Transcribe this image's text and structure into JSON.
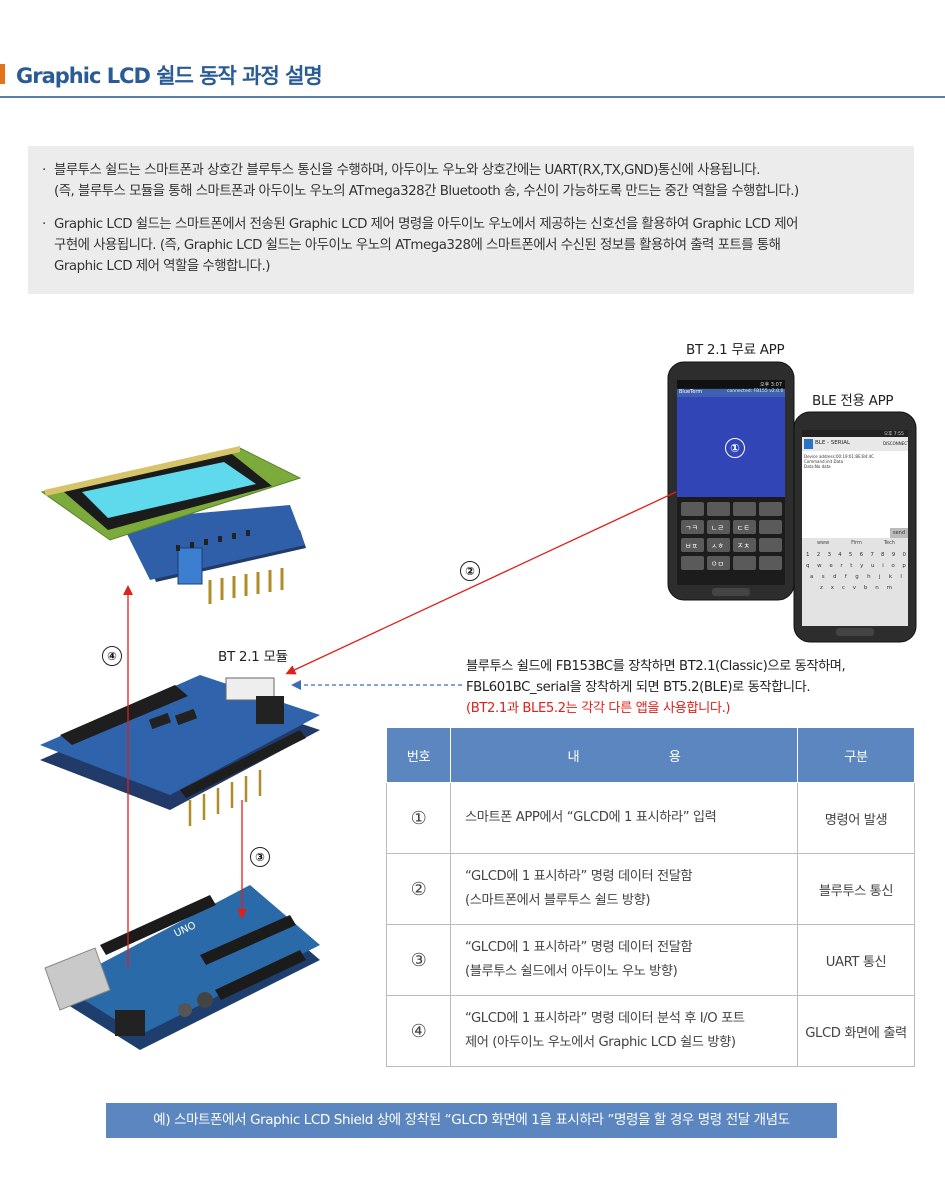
{
  "header": {
    "title": "Graphic LCD 쉴드 동작 과정 설명"
  },
  "description": {
    "items": [
      {
        "bullet": "·",
        "lines": [
          "블루투스 쉴드는 스마트폰과 상호간 블루투스 통신을 수행하며, 아두이노 우노와 상호간에는 UART(RX,TX,GND)통신에 사용됩니다.",
          "(즉, 블루투스 모듈을 통해 스마트폰과 아두이노 우노의 ATmega328간 Bluetooth 송, 수신이 가능하도록 만드는 중간 역할을 수행합니다.)"
        ]
      },
      {
        "bullet": "·",
        "lines": [
          "Graphic LCD 쉴드는 스마트폰에서 전송된 Graphic LCD 제어 명령을 아두이노 우노에서 제공하는 신호선을 활용하여 Graphic LCD 제어",
          "구현에 사용됩니다. (즉, Graphic LCD 쉴드는 아두이노 우노의 ATmega328에 스마트폰에서 수신된 정보를 활용하여 출력 포트를 통해",
          "Graphic LCD 제어 역할을 수행합니다.)"
        ]
      }
    ]
  },
  "diagram": {
    "bt_app_label": "BT 2.1 무료 APP",
    "ble_app_label": "BLE 전용 APP",
    "bt_module_label": "BT 2.1 모듈",
    "step_1": "①",
    "step_2": "②",
    "step_3": "③",
    "step_4": "④",
    "phone1": {
      "title": "BlueTerm",
      "status": "connected: FB155 v2.0.0",
      "time": "오후 3:07",
      "keys": [
        "ㄱㅋ",
        "ㄴㄹ",
        "ㄷㅌ",
        "ㅂㅍ",
        "ㅅㅎ",
        "ㅈㅊ",
        "ㅇㅁ"
      ]
    },
    "phone2": {
      "title": "BLE - SERIAL",
      "action": "DISCONNECT",
      "time": "오후 7:55",
      "log": [
        "Device address:00:19:01:BE:B4:4C",
        "Command:init Data",
        "Data:No data"
      ],
      "send": "send",
      "suggest": [
        "www",
        "Firm",
        "Tech"
      ],
      "row_num": [
        "1",
        "2",
        "3",
        "4",
        "5",
        "6",
        "7",
        "8",
        "9",
        "0"
      ],
      "row_q": [
        "q",
        "w",
        "e",
        "r",
        "t",
        "y",
        "u",
        "i",
        "o",
        "p"
      ],
      "row_a": [
        "a",
        "s",
        "d",
        "f",
        "g",
        "h",
        "j",
        "k",
        "l"
      ],
      "row_z": [
        "z",
        "x",
        "c",
        "v",
        "b",
        "n",
        "m"
      ]
    },
    "note": {
      "line1": "블루투스 쉴드에 FB153BC를 장착하면 BT2.1(Classic)으로 동작하며,",
      "line2": "FBL601BC_serial을 장착하게 되면 BT5.2(BLE)로 동작합니다.",
      "line3": "(BT2.1과 BLE5.2는 각각 다른 앱을 사용합니다.)"
    },
    "colors": {
      "accent": "#e2731d",
      "title_blue": "#2a5b95",
      "table_header": "#5b86bf",
      "arrow_red": "#e0201a",
      "arrow_blue": "#3a6fb5"
    }
  },
  "table": {
    "headers": {
      "num": "번호",
      "content_a": "내",
      "content_b": "용",
      "type": "구분"
    },
    "rows": [
      {
        "num": "①",
        "line1": "스마트폰 APP에서 “GLCD에 1 표시하라” 입력",
        "line2": "",
        "type": "명령어 발생"
      },
      {
        "num": "②",
        "line1": "“GLCD에 1 표시하라” 명령 데이터 전달함",
        "line2": "(스마트폰에서 블루투스 쉴드 방향)",
        "type": "블루투스 통신"
      },
      {
        "num": "③",
        "line1": "“GLCD에 1 표시하라” 명령 데이터 전달함",
        "line2": "(블루투스 쉴드에서 아두이노 우노 방향)",
        "type": "UART 통신"
      },
      {
        "num": "④",
        "line1": "“GLCD에 1 표시하라” 명령 데이터 분석 후 I/O 포트",
        "line2": "제어 (아두이노 우노에서 Graphic LCD 쉴드 방향)",
        "type": "GLCD 화면에 출력"
      }
    ]
  },
  "caption": "예) 스마트폰에서 Graphic LCD Shield 상에 장착된 “GLCD 화면에 1을 표시하라 ”명령을 할 경우 명령 전달 개념도"
}
